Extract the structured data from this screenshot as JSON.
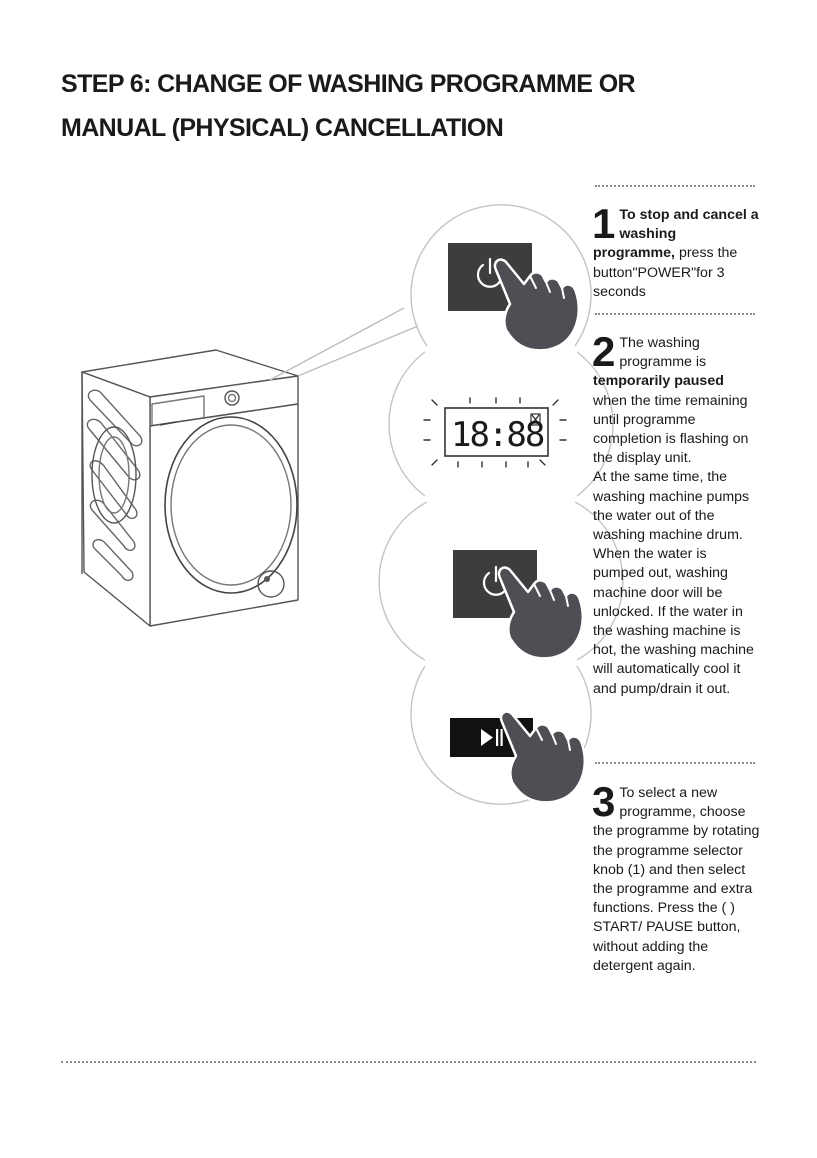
{
  "page": {
    "title_line1": "STEP 6: CHANGE OF WASHING PROGRAMME OR",
    "title_line2": "MANUAL (PHYSICAL) CANCELLATION"
  },
  "display": {
    "time": "18:88"
  },
  "steps": [
    {
      "number": "1",
      "bold": "To stop and cancel a washing programme,",
      "text": " press the button\"POWER\"for 3 seconds"
    },
    {
      "number": "2",
      "text_a": "The washing programme is ",
      "bold_a": "temporarily paused",
      "text_b": " when the time remaining until programme completion is flashing on the display unit.",
      "text_c": "At the same time, the washing machine pumps the water out of the washing machine drum. When the water is pumped out, washing machine door will be unlocked. If the water in the washing machine is hot, the washing machine will automatically cool it and pump/drain it out."
    },
    {
      "number": "3",
      "text": "To select a new programme, choose the programme by rotating the programme selector knob (1) and then select the programme and extra functions. Press the (  ) START/ PAUSE button, without adding the detergent again."
    }
  ],
  "icons": {
    "power": "power-icon",
    "play_pause": "play-pause-icon",
    "hand": "pointing-hand-icon",
    "hourglass": "hourglass-icon"
  },
  "colors": {
    "button_dark": "#3d3d3d",
    "hand": "#4e4f54",
    "outline": "#bdbdbd",
    "text": "#1a1a1a"
  }
}
